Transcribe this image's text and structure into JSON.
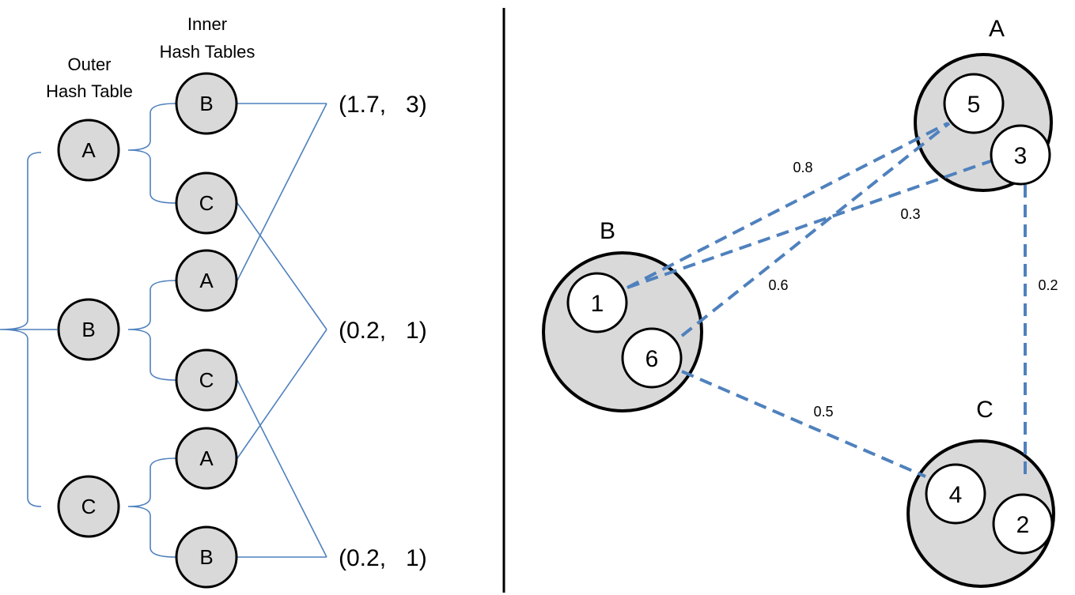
{
  "left_panel": {
    "outer_header": [
      "Outer",
      "Hash Table"
    ],
    "inner_header": [
      "Inner",
      "Hash Tables"
    ],
    "outer_nodes": [
      "A",
      "B",
      "C"
    ],
    "inner_nodes": [
      "B",
      "C",
      "A",
      "C",
      "A",
      "B"
    ],
    "tuples": [
      "(1.7,   3)",
      "(0.2,   1)",
      "(0.2,   1)"
    ]
  },
  "right_panel": {
    "clusters": [
      {
        "label": "A",
        "members": [
          "5",
          "3"
        ]
      },
      {
        "label": "B",
        "members": [
          "1",
          "6"
        ]
      },
      {
        "label": "C",
        "members": [
          "4",
          "2"
        ]
      }
    ],
    "edge_weights": [
      "0.8",
      "0.3",
      "0.6",
      "0.2",
      "0.5"
    ]
  },
  "colors": {
    "node_fill": "#d9d9d9",
    "edge": "#4f81bd",
    "divider": "#000000"
  }
}
